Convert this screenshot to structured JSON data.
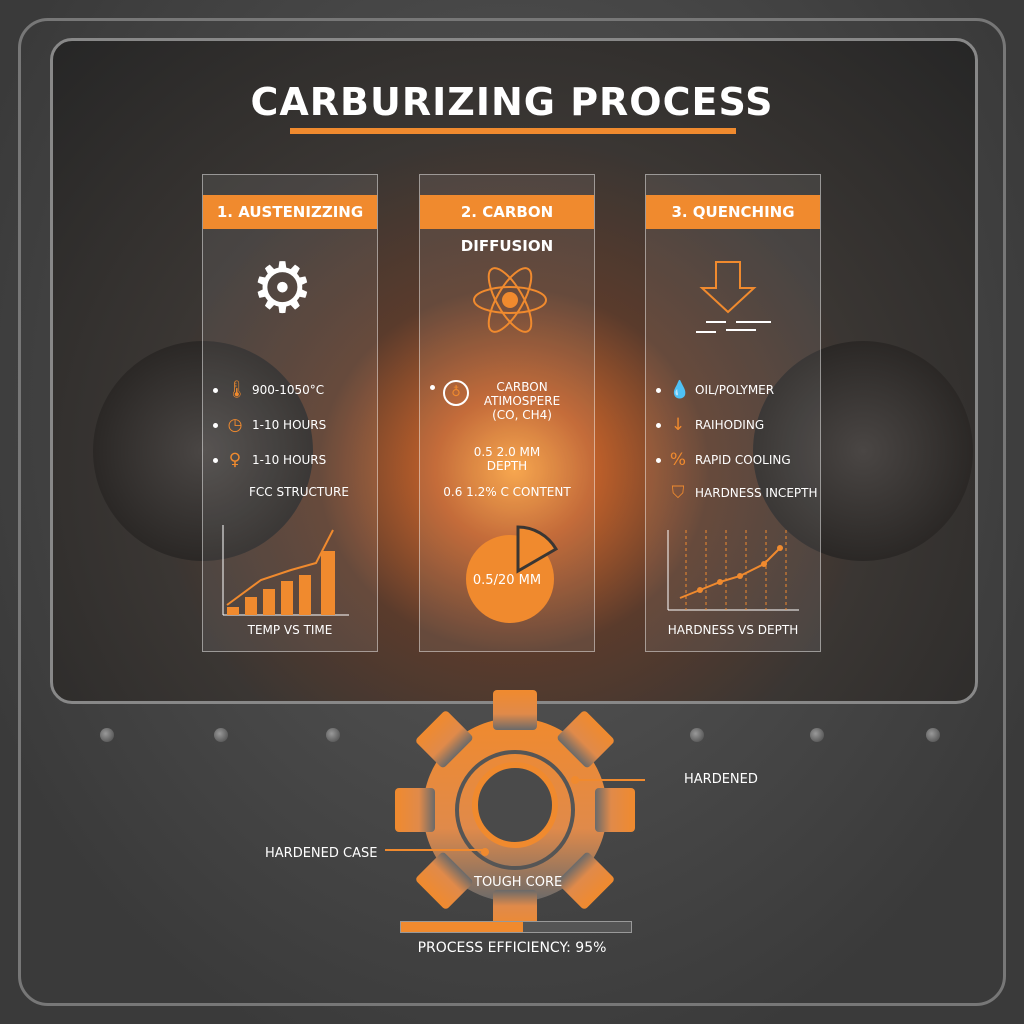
{
  "title": "CARBURIZING PROCESS",
  "accent": "#f08a2e",
  "panels": [
    {
      "heading": "1. AUSTENIZZING",
      "items": [
        {
          "icon": "thermometer-icon",
          "text": "900-1050°C"
        },
        {
          "icon": "clock-icon",
          "text": "1-10 HOURS"
        },
        {
          "icon": "probe-icon",
          "text": "1-10 HOURS"
        }
      ],
      "note": "FCC STRUCTURE",
      "chart_caption": "TEMP VS TIME"
    },
    {
      "heading": "2. CARBON DIFFUSION",
      "items": [
        {
          "icon": "carbon-icon",
          "text": "CARBON ATIMOSPERE (CO, CH4)"
        }
      ],
      "depth": "0.5 2.0 MM DEPTH",
      "content": "0.6 1.2% C CONTENT",
      "pie_label": "0.5/20 MM"
    },
    {
      "heading": "3. QUENCHING",
      "items": [
        {
          "icon": "droplet-icon",
          "text": "OIL/POLYMER"
        },
        {
          "icon": "arrow-down-icon",
          "text": "RAIHODING"
        },
        {
          "icon": "percent-icon",
          "text": "RAPID COOLING"
        },
        {
          "icon": "shield-icon",
          "text": "HARDNESS INCEPTH"
        }
      ],
      "chart_caption": "HARDNESS VS DEPTH"
    }
  ],
  "gear": {
    "hardened": "HARDENED",
    "case": "HARDENED CASE",
    "core": "TOUGH CORE"
  },
  "efficiency": {
    "label": "PROCESS EFFICIENCY: 95%",
    "fill_fraction": 0.53
  }
}
